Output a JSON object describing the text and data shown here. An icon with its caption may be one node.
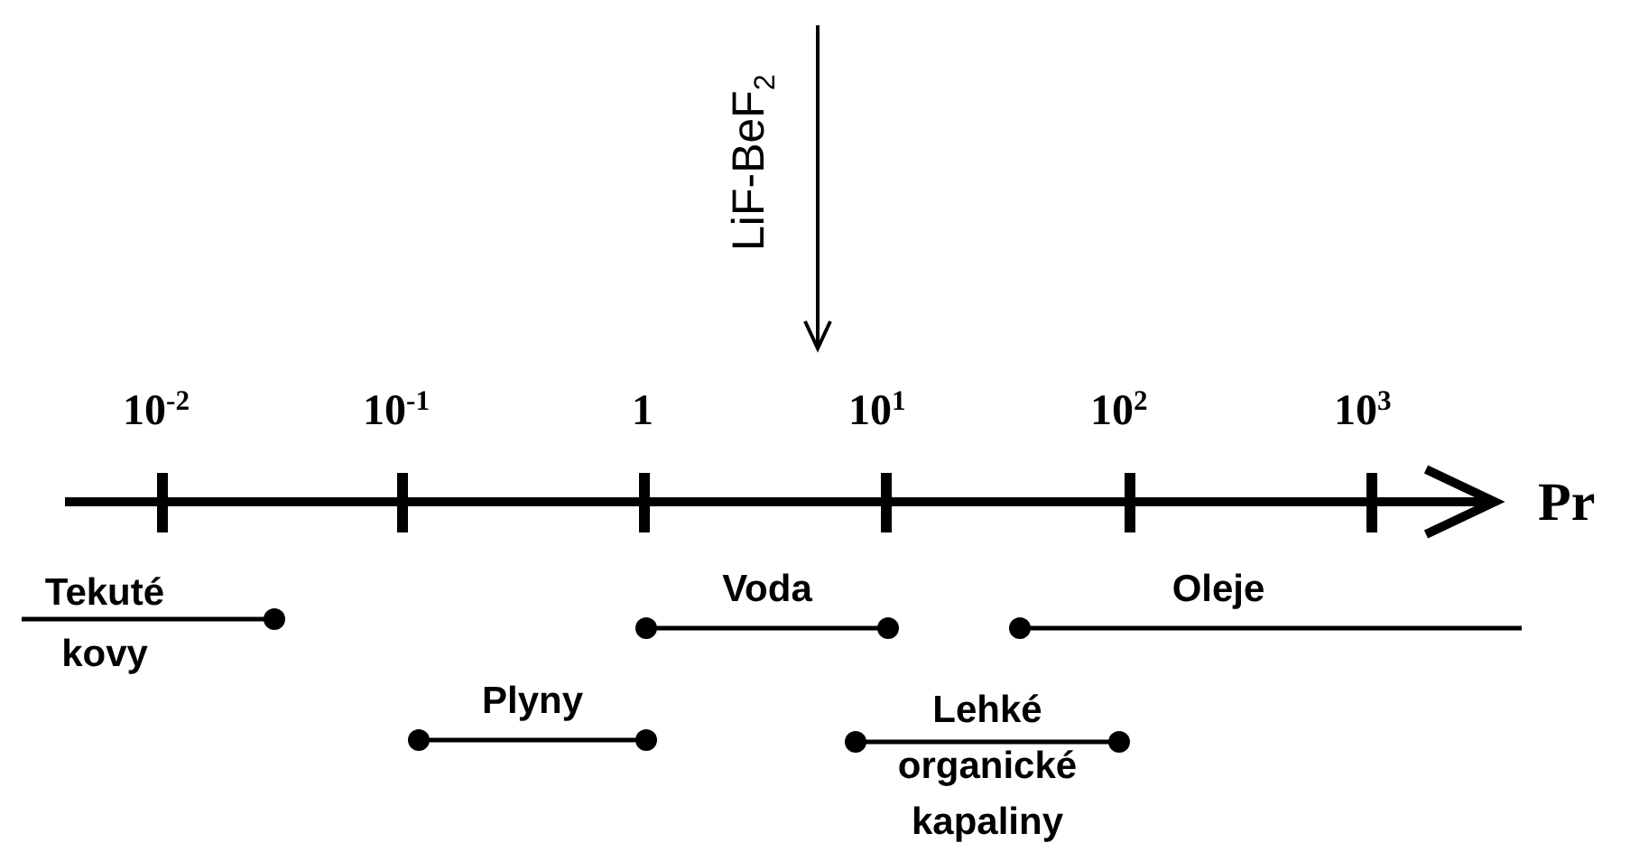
{
  "diagram": {
    "labels": [
      "LiF-BeF$_{2}$",
      "10$^{-2}$",
      "10$^{-1}$",
      "1",
      "10$^{1}$",
      "10$^{2}$",
      "10$^{3}$",
      "Pr",
      "Tekuté kovy",
      "Voda",
      "Oleje",
      "Plyny",
      "Lehké organické kapaliny"
    ]
  }
}
